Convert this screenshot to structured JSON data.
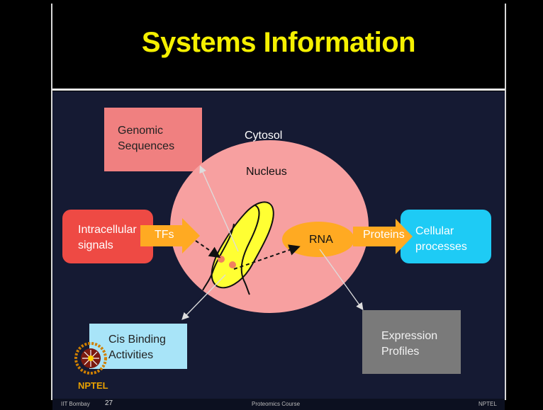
{
  "title": "Systems Information",
  "labels": {
    "cytosol": "Cytosol",
    "nucleus": "Nucleus",
    "rna": "RNA",
    "tfs": "TFs",
    "proteins": "Proteins"
  },
  "boxes": {
    "genomic": {
      "line1": "Genomic",
      "line2": "Sequences",
      "color": "#f08080"
    },
    "intracellular": {
      "line1": "Intracellular",
      "line2": "signals",
      "color": "#ee4a44"
    },
    "cellular": {
      "line1": "Cellular",
      "line2": "processes",
      "color": "#1ecbf5"
    },
    "cis": {
      "line1": "Cis Binding",
      "line2": "Activities",
      "color": "#a8e4f8"
    },
    "expression": {
      "line1": "Expression",
      "line2": "Profiles",
      "color": "#7a7a7a"
    }
  },
  "colors": {
    "nucleus": "#f7a0a0",
    "chromosome": "#ffff33",
    "rna": "#ffaa22",
    "arrow": "#ffaa22",
    "title": "#f5f000",
    "panel": "#151a33"
  },
  "footer": {
    "left": "IIT Bombay",
    "page": "27",
    "center": "Proteomics Course",
    "right": "NPTEL"
  },
  "logo": {
    "text": "NPTEL"
  }
}
